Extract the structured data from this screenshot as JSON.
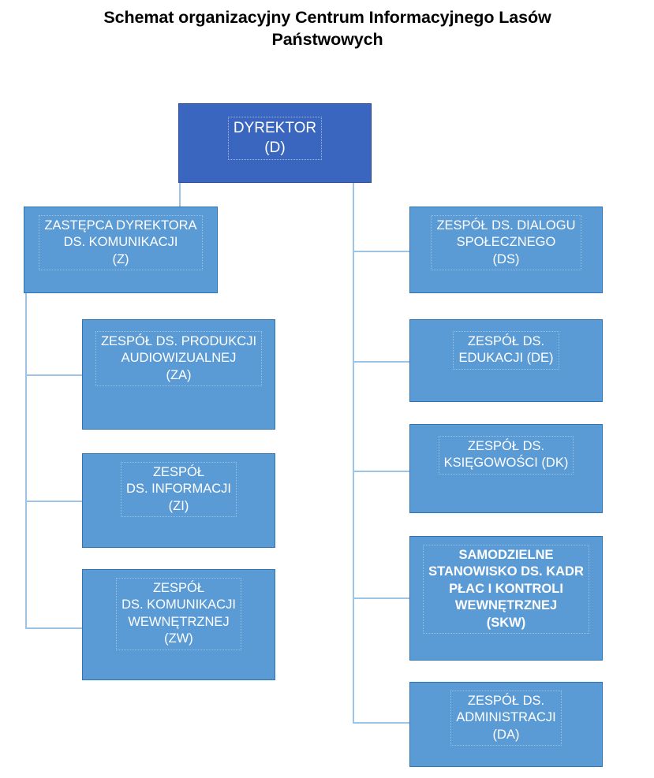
{
  "title": "Schemat organizacyjny Centrum Informacyjnego Lasów\nPaństwowych",
  "colors": {
    "root_fill": "#3A66BF",
    "node_fill": "#5B9BD5",
    "node_border": "#2E75B6",
    "connector": "#9DC3E6",
    "text": "#FFFFFF",
    "title_text": "#000000",
    "background": "#FFFFFF"
  },
  "chart_data": {
    "type": "diagram",
    "title": "Schemat organizacyjny Centrum Informacyjnego Lasów Państwowych",
    "nodes": [
      {
        "id": "D",
        "label": "DYREKTOR\n(D)",
        "code": "(D)",
        "level": 0,
        "column": "center"
      },
      {
        "id": "Z",
        "label": "ZASTĘPCA  DYREKTORA\nDS. KOMUNIKACJI\n(Z)",
        "code": "(Z)",
        "level": 1,
        "column": "left"
      },
      {
        "id": "ZA",
        "label": "ZESPÓŁ DS. PRODUKCJI\nAUDIOWIZUALNEJ\n(ZA)",
        "code": "(ZA)",
        "level": 2,
        "column": "left"
      },
      {
        "id": "ZI",
        "label": "ZESPÓŁ\nDS. INFORMACJI\n(ZI)",
        "code": "(ZI)",
        "level": 2,
        "column": "left"
      },
      {
        "id": "ZW",
        "label": "ZESPÓŁ\nDS. KOMUNIKACJI\nWEWNĘTRZNEJ\n(ZW)",
        "code": "(ZW)",
        "level": 2,
        "column": "left"
      },
      {
        "id": "DS",
        "label": "ZESPÓŁ DS. DIALOGU\nSPOŁECZNEGO\n(DS)",
        "code": "(DS)",
        "level": 1,
        "column": "right"
      },
      {
        "id": "DE",
        "label": "ZESPÓŁ DS.\nEDUKACJI (DE)",
        "code": "(DE)",
        "level": 1,
        "column": "right"
      },
      {
        "id": "DK",
        "label": "ZESPÓŁ DS.\nKSIĘGOWOŚCI  (DK)",
        "code": "(DK)",
        "level": 1,
        "column": "right"
      },
      {
        "id": "SKW",
        "label": "SAMODZIELNE\nSTANOWISKO DS. KADR\nPŁAC I KONTROLI\nWEWNĘTRZNEJ\n(SKW)",
        "code": "(SKW)",
        "level": 1,
        "column": "right"
      },
      {
        "id": "DA",
        "label": "ZESPÓŁ DS.\nADMINISTRACJI\n(DA)",
        "code": "(DA)",
        "level": 1,
        "column": "right"
      }
    ],
    "edges": [
      {
        "from": "D",
        "to": "Z"
      },
      {
        "from": "D",
        "to": "DS"
      },
      {
        "from": "D",
        "to": "DE"
      },
      {
        "from": "D",
        "to": "DK"
      },
      {
        "from": "D",
        "to": "SKW"
      },
      {
        "from": "D",
        "to": "DA"
      },
      {
        "from": "Z",
        "to": "ZA"
      },
      {
        "from": "Z",
        "to": "ZI"
      },
      {
        "from": "Z",
        "to": "ZW"
      }
    ]
  }
}
